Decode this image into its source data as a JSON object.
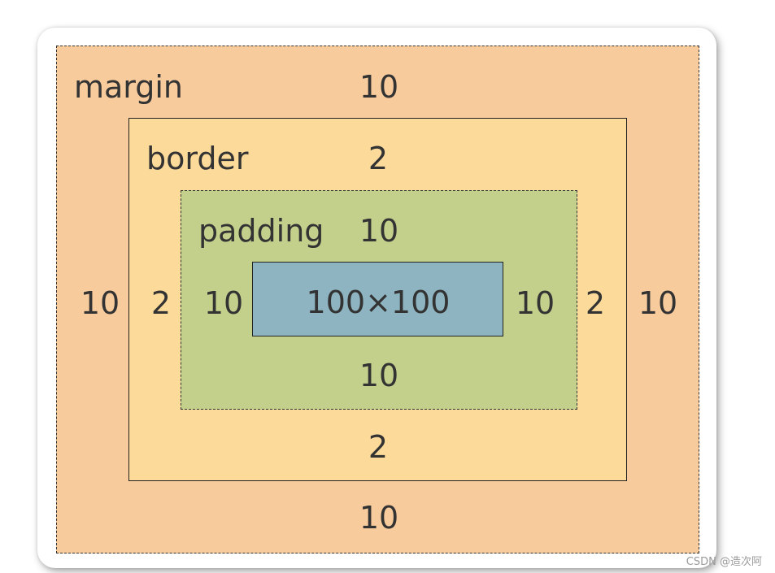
{
  "colors": {
    "margin": "#f8cb9c",
    "border": "#fcdb9a",
    "padding": "#c3d08c",
    "content": "#8db4c0"
  },
  "margin": {
    "name": "margin",
    "top": "10",
    "bottom": "10",
    "left": "10",
    "right": "10"
  },
  "border": {
    "name": "border",
    "top": "2",
    "bottom": "2",
    "left": "2",
    "right": "2"
  },
  "padding": {
    "name": "padding",
    "top": "10",
    "bottom": "10",
    "left": "10",
    "right": "10"
  },
  "content": {
    "size": "100×100"
  },
  "watermark": "CSDN @造次阿"
}
